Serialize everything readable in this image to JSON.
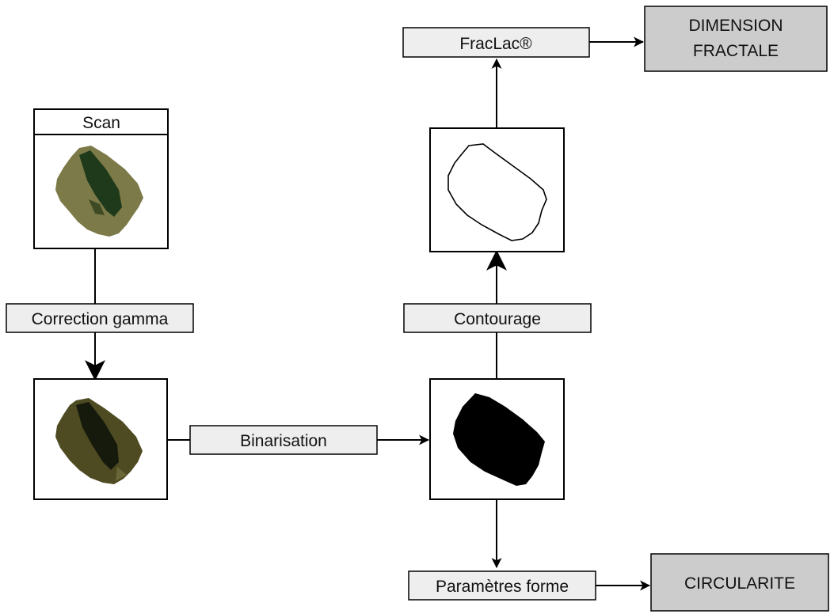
{
  "nodes": {
    "scan": "Scan",
    "gamma": "Correction gamma",
    "binarisation": "Binarisation",
    "contourage": "Contourage",
    "fraclac": "FracLac®",
    "forme": "Paramètres forme",
    "dimension_line1": "DIMENSION",
    "dimension_line2": "FRACTALE",
    "circularite": "CIRCULARITE"
  },
  "colors": {
    "label_fill": "#eeeeee",
    "output_fill": "#cccccc",
    "stroke": "#000000",
    "rock_scan": "#7c7a48",
    "rock_gamma": "#4e4a22",
    "rock_dark": "#1e3a1a",
    "binary": "#000000"
  }
}
